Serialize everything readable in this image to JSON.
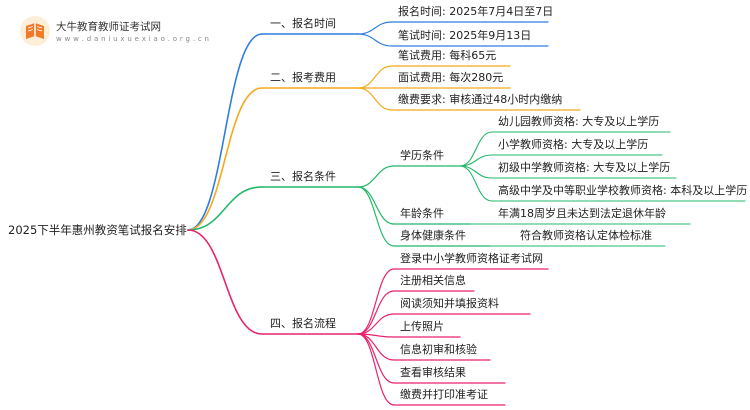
{
  "logo": {
    "title": "大牛教育教师证考试网",
    "url": "w w w . d a n i u x u e x i a o . o r g . c n",
    "icon": "book-icon",
    "colors": {
      "badge": "#f5a623",
      "book": "#f07a2a"
    }
  },
  "root": "2025下半年惠州教资笔试报名安排",
  "branches": [
    {
      "label": "一、报名时间",
      "color": "#2f7de1",
      "children": [
        {
          "label": "报名时间: 2025年7月4日至7日"
        },
        {
          "label": "笔试时间: 2025年9月13日"
        }
      ]
    },
    {
      "label": "二、报考费用",
      "color": "#f5a91b",
      "children": [
        {
          "label": "笔试费用: 每科65元"
        },
        {
          "label": "面试费用: 每次280元"
        },
        {
          "label": "缴费要求: 审核通过48小时内缴纳"
        }
      ]
    },
    {
      "label": "三、报名条件",
      "color": "#22b86a",
      "children": [
        {
          "label": "学历条件",
          "children": [
            {
              "label": "幼儿园教师资格: 大专及以上学历"
            },
            {
              "label": "小学教师资格: 大专及以上学历"
            },
            {
              "label": "初级中学教师资格: 大专及以上学历"
            },
            {
              "label": "高级中学及中等职业学校教师资格: 本科及以上学历"
            }
          ]
        },
        {
          "label": "年龄条件",
          "children": [
            {
              "label": "年满18周岁且未达到法定退休年龄"
            }
          ]
        },
        {
          "label": "身体健康条件",
          "children": [
            {
              "label": "符合教师资格认定体检标准"
            }
          ]
        }
      ]
    },
    {
      "label": "四、报名流程",
      "color": "#e8236f",
      "children": [
        {
          "label": "登录中小学教师资格证考试网"
        },
        {
          "label": "注册相关信息"
        },
        {
          "label": "阅读须知并填报资料"
        },
        {
          "label": "上传照片"
        },
        {
          "label": "信息初审和核验"
        },
        {
          "label": "查看审核结果"
        },
        {
          "label": "缴费并打印准考证"
        }
      ]
    }
  ]
}
